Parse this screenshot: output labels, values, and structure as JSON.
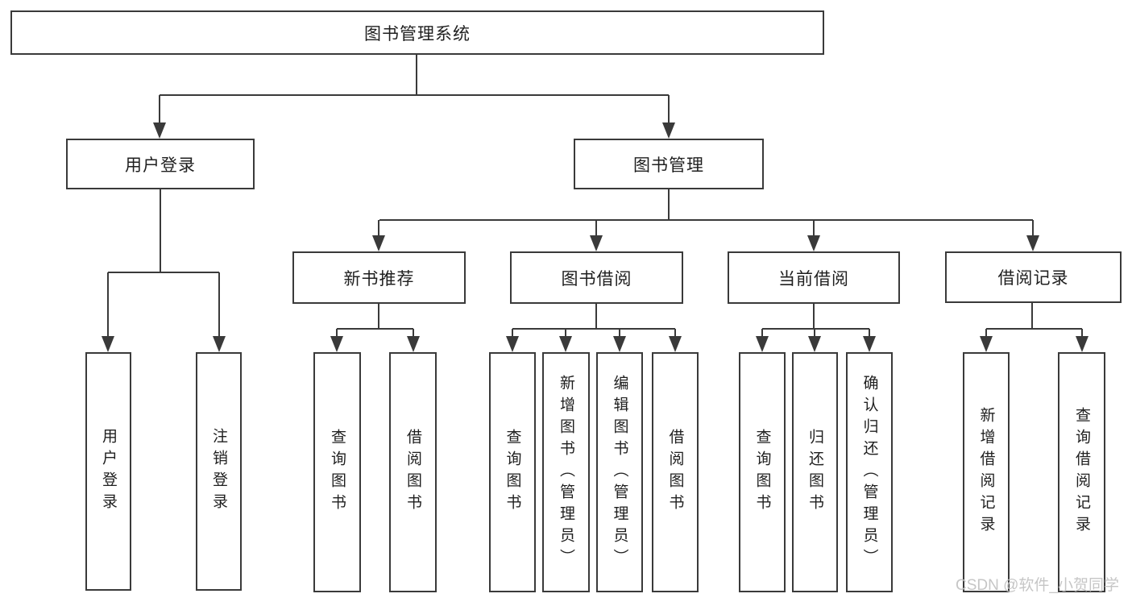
{
  "diagram": {
    "root": {
      "label": "图书管理系统"
    },
    "login": {
      "label": "用户登录",
      "children": [
        {
          "label": "用户登录"
        },
        {
          "label": "注销登录"
        }
      ]
    },
    "management": {
      "label": "图书管理",
      "children": [
        {
          "label": "新书推荐",
          "children": [
            {
              "label": "查询图书"
            },
            {
              "label": "借阅图书"
            }
          ]
        },
        {
          "label": "图书借阅",
          "children": [
            {
              "label": "查询图书"
            },
            {
              "label": "新增图书（管理员）"
            },
            {
              "label": "编辑图书（管理员）"
            },
            {
              "label": "借阅图书"
            }
          ]
        },
        {
          "label": "当前借阅",
          "children": [
            {
              "label": "查询图书"
            },
            {
              "label": "归还图书"
            },
            {
              "label": "确认归还（管理员）"
            }
          ]
        },
        {
          "label": "借阅记录",
          "children": [
            {
              "label": "新增借阅记录"
            },
            {
              "label": "查询借阅记录"
            }
          ]
        }
      ]
    },
    "watermark": "CSDN @软件_小贺同学",
    "colors": {
      "line": "#3a3a3a",
      "text": "#1f1f1f",
      "box_background": "#ffffff",
      "watermark": "#c3c3c3",
      "background": "#ffffff"
    }
  }
}
